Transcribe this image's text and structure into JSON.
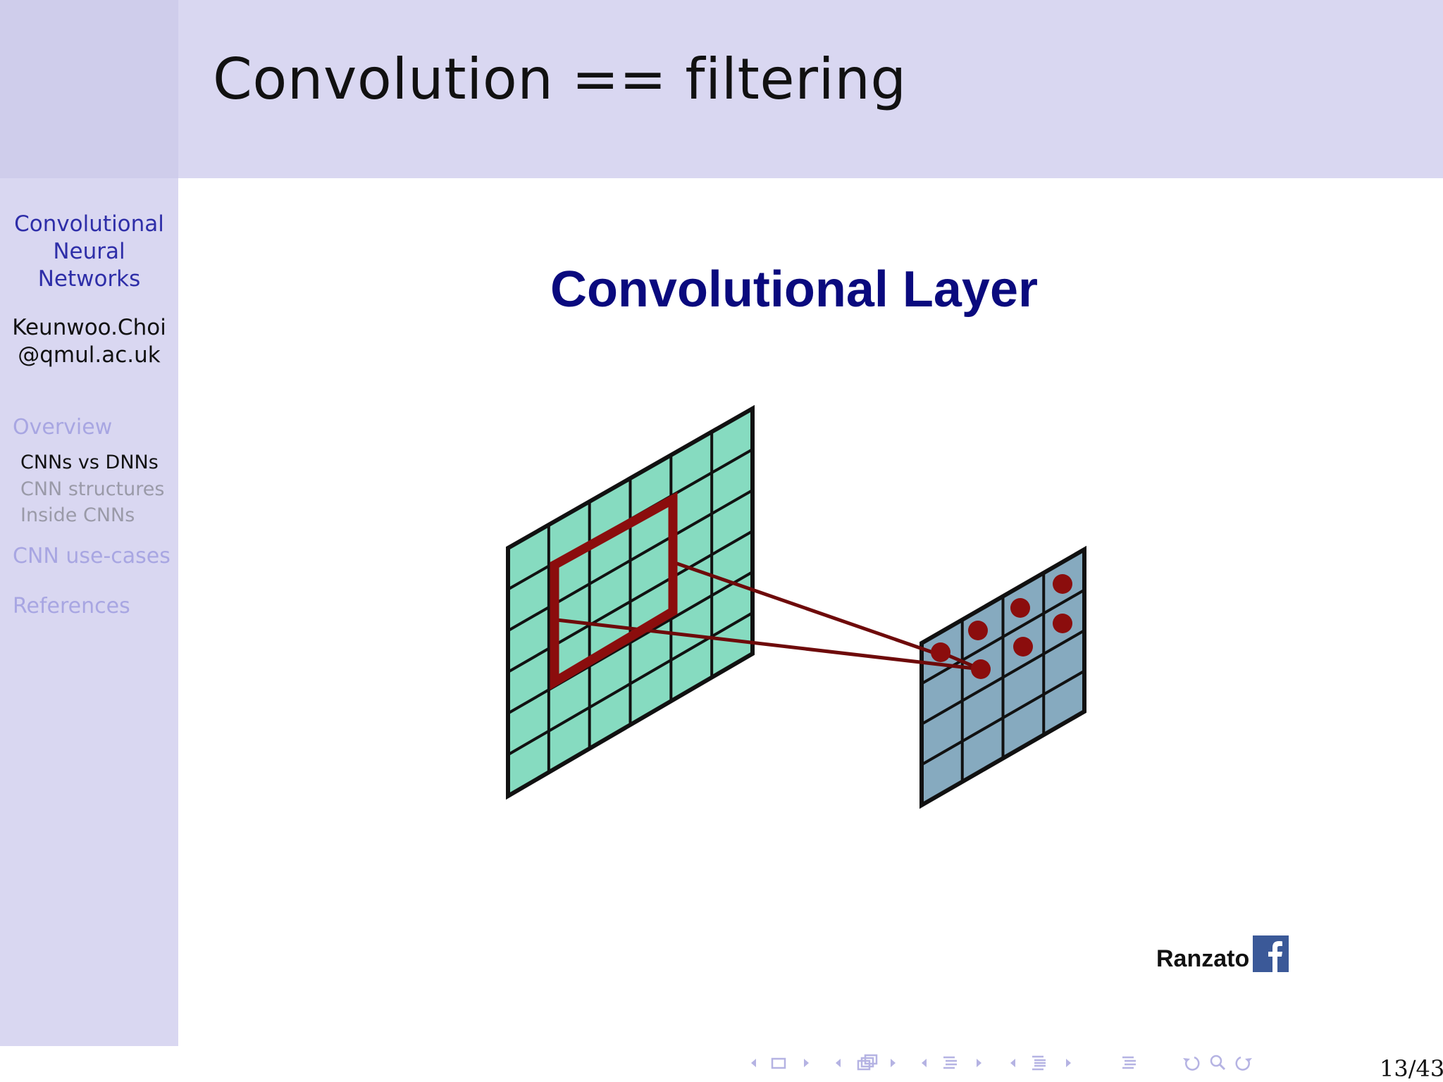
{
  "frame": {
    "title": "Convolution == filtering"
  },
  "sidebar": {
    "title_lines": [
      "Convolutional",
      "Neural",
      "Networks"
    ],
    "author_lines": [
      "Keunwoo.Choi",
      "@qmul.ac.uk"
    ],
    "sections": [
      {
        "label": "Overview"
      },
      {
        "label": "CNN use-cases"
      },
      {
        "label": "References"
      }
    ],
    "subsections": [
      {
        "label": "CNNs vs DNNs",
        "active": true
      },
      {
        "label": "CNN structures",
        "active": false
      },
      {
        "label": "Inside CNNs",
        "active": false
      }
    ]
  },
  "figure": {
    "title": "Convolutional Layer",
    "credit": "Ranzato",
    "credit_logo": "facebook-logo",
    "input_grid": {
      "rows": 6,
      "cols": 6,
      "color": "#86dbc0"
    },
    "output_grid": {
      "rows": 4,
      "cols": 4,
      "color": "#86aabf"
    },
    "kernel_color": "#8b0d0d"
  },
  "navigation": {
    "icons": [
      "frame-nav-icon",
      "subsection-nav-icon",
      "section-nav-icon",
      "document-nav-icon",
      "toc-icon",
      "back-icon",
      "search-icon",
      "forward-icon"
    ],
    "page": "13/43"
  },
  "colors": {
    "header": "#d9d7f1",
    "sidebar": "#d9d7f1",
    "sidebar_title": "#2e2ea8",
    "section_inactive": "#a8a6e2",
    "figure_title": "#0a0a7e"
  }
}
